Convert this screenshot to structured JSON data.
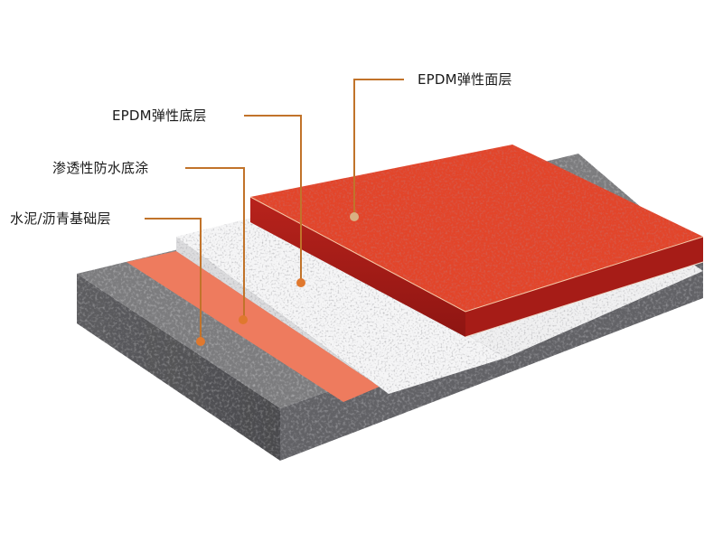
{
  "diagram": {
    "type": "layered cross-section",
    "subject": "EPDM rubber flooring system",
    "layers": [
      {
        "id": "top",
        "label": "EPDM弹性面层",
        "color": "#e0442a"
      },
      {
        "id": "base",
        "label": "EPDM弹性底层",
        "color": "#f4f4f4"
      },
      {
        "id": "primer",
        "label": "渗透性防水底涂",
        "color": "#ee7a5c"
      },
      {
        "id": "foundation",
        "label": "水泥/沥青基础层",
        "color": "#6e6e6e"
      }
    ],
    "callout_line_color": "#c1732a",
    "callout_dot_colors": {
      "top": "#d9b083",
      "base": "#e0782e",
      "primer": "#e0782e",
      "foundation": "#e0782e"
    }
  }
}
